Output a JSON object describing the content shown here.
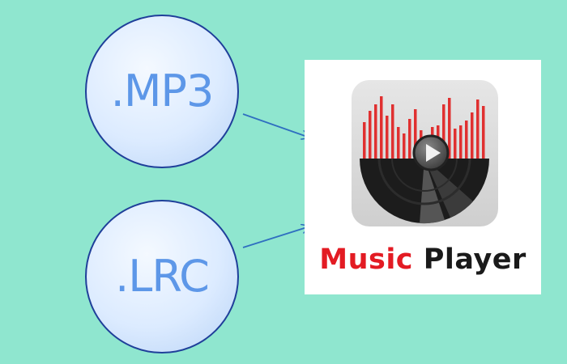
{
  "background_color": "#8fe6cf",
  "nodes": {
    "mp3": {
      "label": ".MP3"
    },
    "lrc": {
      "label": ".LRC"
    }
  },
  "app": {
    "icon": "music-player-icon",
    "caption_word1": "Music",
    "caption_word2": "Player",
    "caption_word1_color": "#e31b23",
    "caption_word2_color": "#1a1a1a"
  },
  "edges": [
    {
      "from": ".MP3",
      "to": "Music Player"
    },
    {
      "from": ".LRC",
      "to": "Music Player"
    }
  ],
  "colors": {
    "circle_border": "#1f3f9a",
    "circle_text": "#5d97e8",
    "arrow": "#2f6fc0",
    "bars": "#e03030",
    "disc": "#1c1c1c"
  }
}
